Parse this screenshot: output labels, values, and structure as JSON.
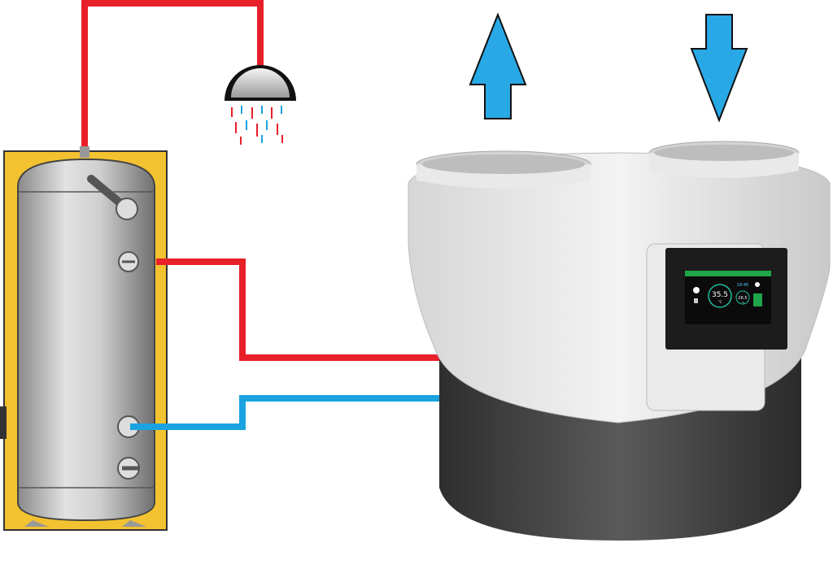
{
  "display": {
    "main_temperature": "35.5",
    "main_unit": "°C",
    "time": "18:46",
    "secondary_temperature": "26.5",
    "secondary_unit": "°C"
  },
  "colors": {
    "hot_pipe": "#e8202a",
    "cold_pipe": "#1aa3e0",
    "tank_casing": "#f2c230",
    "airflow_arrow": "#29a8e6",
    "screen_accent": "#1fa64a"
  },
  "icons": [
    "air-out-arrow-icon",
    "air-in-arrow-icon",
    "shower-head-icon"
  ]
}
